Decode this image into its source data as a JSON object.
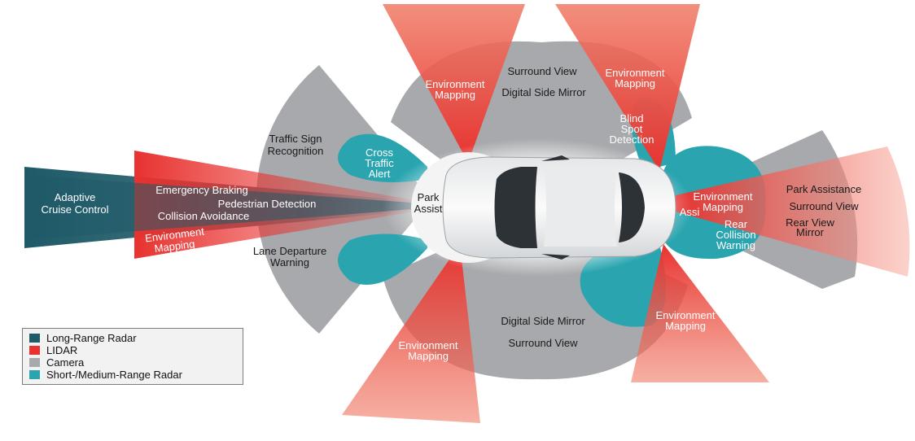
{
  "colors": {
    "long_range_radar": "#1f5a68",
    "lidar": "#e8322f",
    "camera": "#a7a9ac",
    "short_medium_radar": "#2aa5b0"
  },
  "labels": {
    "adaptive_cruise_1": "Adaptive",
    "adaptive_cruise_2": "Cruise Control",
    "emergency_braking": "Emergency Braking",
    "pedestrian_detection": "Pedestrian Detection",
    "collision_avoidance": "Collision Avoidance",
    "env_mapping_left_1": "Environment",
    "env_mapping_left_2": "Mapping",
    "traffic_sign_1": "Traffic Sign",
    "traffic_sign_2": "Recognition",
    "lane_departure_1": "Lane Departure",
    "lane_departure_2": "Warning",
    "cross_traffic_1": "Cross",
    "cross_traffic_2": "Traffic",
    "cross_traffic_3": "Alert",
    "park_assist_1": "Park",
    "park_assist_2": "Assist",
    "env_mapping_topleft_1": "Environment",
    "env_mapping_topleft_2": "Mapping",
    "surround_view_top": "Surround View",
    "digital_mirror_top": "Digital Side Mirror",
    "env_mapping_topright_1": "Environment",
    "env_mapping_topright_2": "Mapping",
    "blind_spot_1": "Blind",
    "blind_spot_2": "Spot",
    "blind_spot_3": "Detection",
    "env_mapping_rear_1": "Environment",
    "env_mapping_rear_2": "Mapping",
    "park_assistance": "Park Assistance",
    "surround_view_rear": "Surround View",
    "rear_view_mirror_1": "Rear View",
    "rear_view_mirror_2": "Mirror",
    "rear_collision_1": "Rear",
    "rear_collision_2": "Collision",
    "rear_collision_3": "Warning",
    "rear_assist_partial": "Assi",
    "digital_mirror_bottom": "Digital Side Mirror",
    "surround_view_bottom": "Surround View",
    "env_mapping_bottomleft_1": "Environment",
    "env_mapping_bottomleft_2": "Mapping",
    "env_mapping_bottomright_1": "Environment",
    "env_mapping_bottomright_2": "Mapping"
  },
  "legend": [
    {
      "label": "Long-Range Radar",
      "color": "#1f5a68"
    },
    {
      "label": "LIDAR",
      "color": "#e8322f"
    },
    {
      "label": "Camera",
      "color": "#a7a9ac"
    },
    {
      "label": "Short-/Medium-Range Radar",
      "color": "#2aa5b0"
    }
  ]
}
